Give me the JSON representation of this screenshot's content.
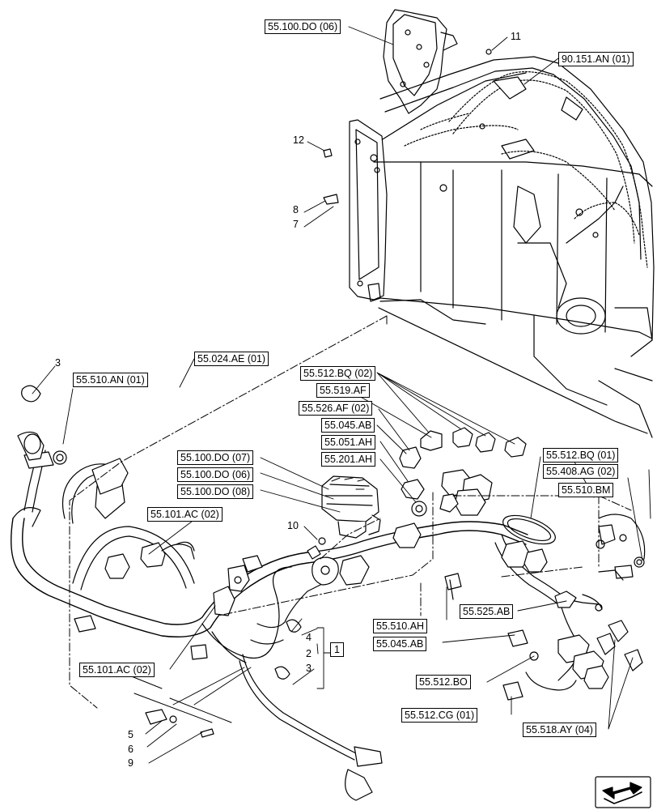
{
  "diagram": {
    "references": {
      "do06_top": "55.100.DO (06)",
      "an01_top": "90.151.AN (01)",
      "ae01": "55.024.AE (01)",
      "an01": "55.510.AN (01)",
      "bq02": "55.512.BQ (02)",
      "af": "55.519.AF",
      "af02": "55.526.AF (02)",
      "ab045": "55.045.AB",
      "ah051": "55.051.AH",
      "ah201": "55.201.AH",
      "do07": "55.100.DO (07)",
      "do06": "55.100.DO (06)",
      "do08": "55.100.DO (08)",
      "ac02a": "55.101.AC (02)",
      "bq01": "55.512.BQ (01)",
      "ag02": "55.408.AG (02)",
      "bm": "55.510.BM",
      "ah510": "55.510.AH",
      "ab525": "55.525.AB",
      "ab045b": "55.045.AB",
      "ac02b": "55.101.AC (02)",
      "bo": "55.512.BO",
      "cg01": "55.512.CG (01)",
      "ay04": "55.518.AY (04)"
    },
    "item_numbers": {
      "n11": "11",
      "n12": "12",
      "n8": "8",
      "n7": "7",
      "n3a": "3",
      "n10": "10",
      "n4": "4",
      "n2": "2",
      "n1": "1",
      "n3b": "3",
      "n5": "5",
      "n6": "6",
      "n9": "9"
    },
    "nav_icon": "next-page-arrow-icon"
  }
}
